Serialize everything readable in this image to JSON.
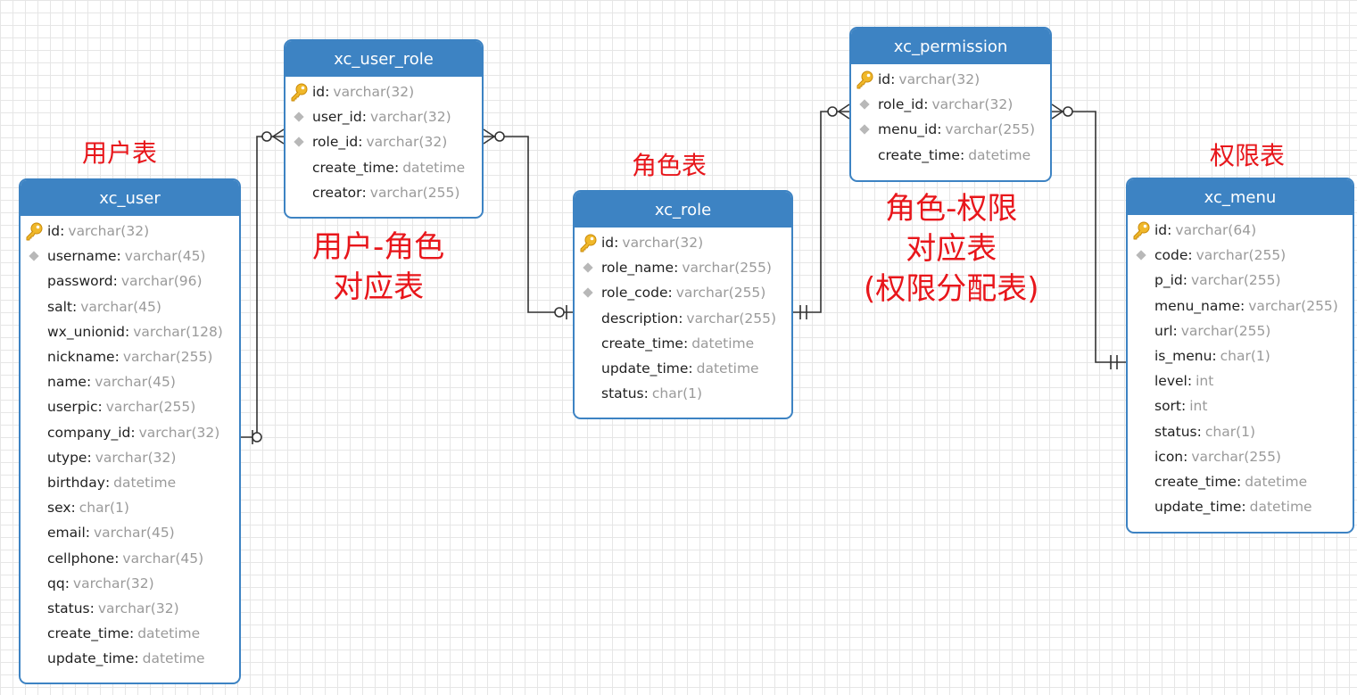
{
  "tables": {
    "xc_user": {
      "name": "xc_user",
      "fields": [
        {
          "name": "id",
          "type": "varchar(32)",
          "key": "pk"
        },
        {
          "name": "username",
          "type": "varchar(45)",
          "key": "index"
        },
        {
          "name": "password",
          "type": "varchar(96)",
          "key": ""
        },
        {
          "name": "salt",
          "type": "varchar(45)",
          "key": ""
        },
        {
          "name": "wx_unionid",
          "type": "varchar(128)",
          "key": ""
        },
        {
          "name": "nickname",
          "type": "varchar(255)",
          "key": ""
        },
        {
          "name": "name",
          "type": "varchar(45)",
          "key": ""
        },
        {
          "name": "userpic",
          "type": "varchar(255)",
          "key": ""
        },
        {
          "name": "company_id",
          "type": "varchar(32)",
          "key": ""
        },
        {
          "name": "utype",
          "type": "varchar(32)",
          "key": ""
        },
        {
          "name": "birthday",
          "type": "datetime",
          "key": ""
        },
        {
          "name": "sex",
          "type": "char(1)",
          "key": ""
        },
        {
          "name": "email",
          "type": "varchar(45)",
          "key": ""
        },
        {
          "name": "cellphone",
          "type": "varchar(45)",
          "key": ""
        },
        {
          "name": "qq",
          "type": "varchar(32)",
          "key": ""
        },
        {
          "name": "status",
          "type": "varchar(32)",
          "key": ""
        },
        {
          "name": "create_time",
          "type": "datetime",
          "key": ""
        },
        {
          "name": "update_time",
          "type": "datetime",
          "key": ""
        }
      ]
    },
    "xc_user_role": {
      "name": "xc_user_role",
      "fields": [
        {
          "name": "id",
          "type": "varchar(32)",
          "key": "pk"
        },
        {
          "name": "user_id",
          "type": "varchar(32)",
          "key": "index"
        },
        {
          "name": "role_id",
          "type": "varchar(32)",
          "key": "index"
        },
        {
          "name": "create_time",
          "type": "datetime",
          "key": ""
        },
        {
          "name": "creator",
          "type": "varchar(255)",
          "key": ""
        }
      ]
    },
    "xc_role": {
      "name": "xc_role",
      "fields": [
        {
          "name": "id",
          "type": "varchar(32)",
          "key": "pk"
        },
        {
          "name": "role_name",
          "type": "varchar(255)",
          "key": "index"
        },
        {
          "name": "role_code",
          "type": "varchar(255)",
          "key": "index"
        },
        {
          "name": "description",
          "type": "varchar(255)",
          "key": ""
        },
        {
          "name": "create_time",
          "type": "datetime",
          "key": ""
        },
        {
          "name": "update_time",
          "type": "datetime",
          "key": ""
        },
        {
          "name": "status",
          "type": "char(1)",
          "key": ""
        }
      ]
    },
    "xc_permission": {
      "name": "xc_permission",
      "fields": [
        {
          "name": "id",
          "type": "varchar(32)",
          "key": "pk"
        },
        {
          "name": "role_id",
          "type": "varchar(32)",
          "key": "index"
        },
        {
          "name": "menu_id",
          "type": "varchar(255)",
          "key": "index"
        },
        {
          "name": "create_time",
          "type": "datetime",
          "key": ""
        }
      ]
    },
    "xc_menu": {
      "name": "xc_menu",
      "fields": [
        {
          "name": "id",
          "type": "varchar(64)",
          "key": "pk"
        },
        {
          "name": "code",
          "type": "varchar(255)",
          "key": "index"
        },
        {
          "name": "p_id",
          "type": "varchar(255)",
          "key": ""
        },
        {
          "name": "menu_name",
          "type": "varchar(255)",
          "key": ""
        },
        {
          "name": "url",
          "type": "varchar(255)",
          "key": ""
        },
        {
          "name": "is_menu",
          "type": "char(1)",
          "key": ""
        },
        {
          "name": "level",
          "type": "int",
          "key": ""
        },
        {
          "name": "sort",
          "type": "int",
          "key": ""
        },
        {
          "name": "status",
          "type": "char(1)",
          "key": ""
        },
        {
          "name": "icon",
          "type": "varchar(255)",
          "key": ""
        },
        {
          "name": "create_time",
          "type": "datetime",
          "key": ""
        },
        {
          "name": "update_time",
          "type": "datetime",
          "key": ""
        }
      ]
    }
  },
  "labels": {
    "user_table": "用户表",
    "user_role_line1": "用户-角色",
    "user_role_line2": "对应表",
    "role_table": "角色表",
    "role_perm_line1": "角色-权限",
    "role_perm_line2": "对应表",
    "role_perm_line3": "(权限分配表)",
    "perm_table": "权限表"
  },
  "colors": {
    "header": "#3d83c3",
    "label": "#e8161b",
    "line": "#333333",
    "type_text": "#9a9a9a",
    "key_icon": "#e6a817"
  },
  "icons": {
    "pk": "key-icon",
    "index": "index-diamond-icon"
  }
}
